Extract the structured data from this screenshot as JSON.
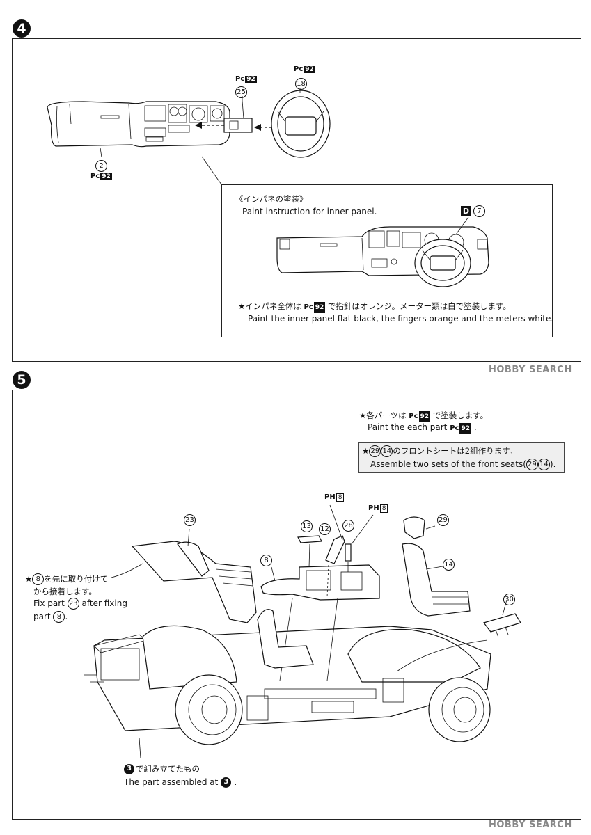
{
  "step4": {
    "badge": "4",
    "parts": {
      "p25": {
        "num": "25",
        "paint_code": "Pc",
        "paint_no": "92"
      },
      "p18": {
        "num": "18",
        "paint_code": "Pc",
        "paint_no": "92"
      },
      "p2": {
        "num": "2",
        "paint_code": "Pc",
        "paint_no": "92"
      }
    },
    "inset": {
      "title_jp": "《インパネの塗装》",
      "title_en": "Paint instruction for inner panel.",
      "color_code": "D",
      "color_num": "7",
      "note_jp_prefix": "★インパネ全体は",
      "note_paint_code": "Pc",
      "note_paint_no": "92",
      "note_jp_suffix": "で指針はオレンジ。メーター類は白で塗装します。",
      "note_en": "Paint the inner panel flat black, the fingers orange and the meters white."
    }
  },
  "step5": {
    "badge": "5",
    "paint_note": {
      "jp_prefix": "★各パーツは",
      "paint_code": "Pc",
      "paint_no": "92",
      "jp_suffix": "で塗装します。",
      "en_prefix": "Paint the each part",
      "en_suffix": "."
    },
    "seat_note": {
      "jp_star": "★",
      "num_a": "29",
      "num_b": "14",
      "jp_suffix": "のフロントシートは2組作ります。",
      "en_prefix": "Assemble two sets of the front seats",
      "en_suffix": "."
    },
    "fix_note": {
      "jp_star": "★",
      "num": "8",
      "jp_line1_suffix": "を先に取り付けて",
      "jp_line2": "から接着します。",
      "en_line1_prefix": "Fix part",
      "en_line1_num": "23",
      "en_line1_suffix": "after fixing",
      "en_line2_prefix": "part",
      "en_line2_num": "8",
      "en_line2_suffix": "."
    },
    "parts": {
      "p23": "23",
      "p8": "8",
      "p13": "13",
      "p12": "12",
      "p28": "28",
      "p29": "29",
      "p14": "14",
      "p30": "30",
      "ph_a": {
        "code": "PH",
        "no": "8"
      },
      "ph_b": {
        "code": "PH",
        "no": "8"
      }
    },
    "assembled_note": {
      "step": "3",
      "jp_suffix": "で組み立てたもの",
      "en_prefix": "The part assembled at",
      "en_suffix": "."
    }
  },
  "watermark_top": "HOBBY SEARCH",
  "watermark_bottom": "HOBBY SEARCH"
}
